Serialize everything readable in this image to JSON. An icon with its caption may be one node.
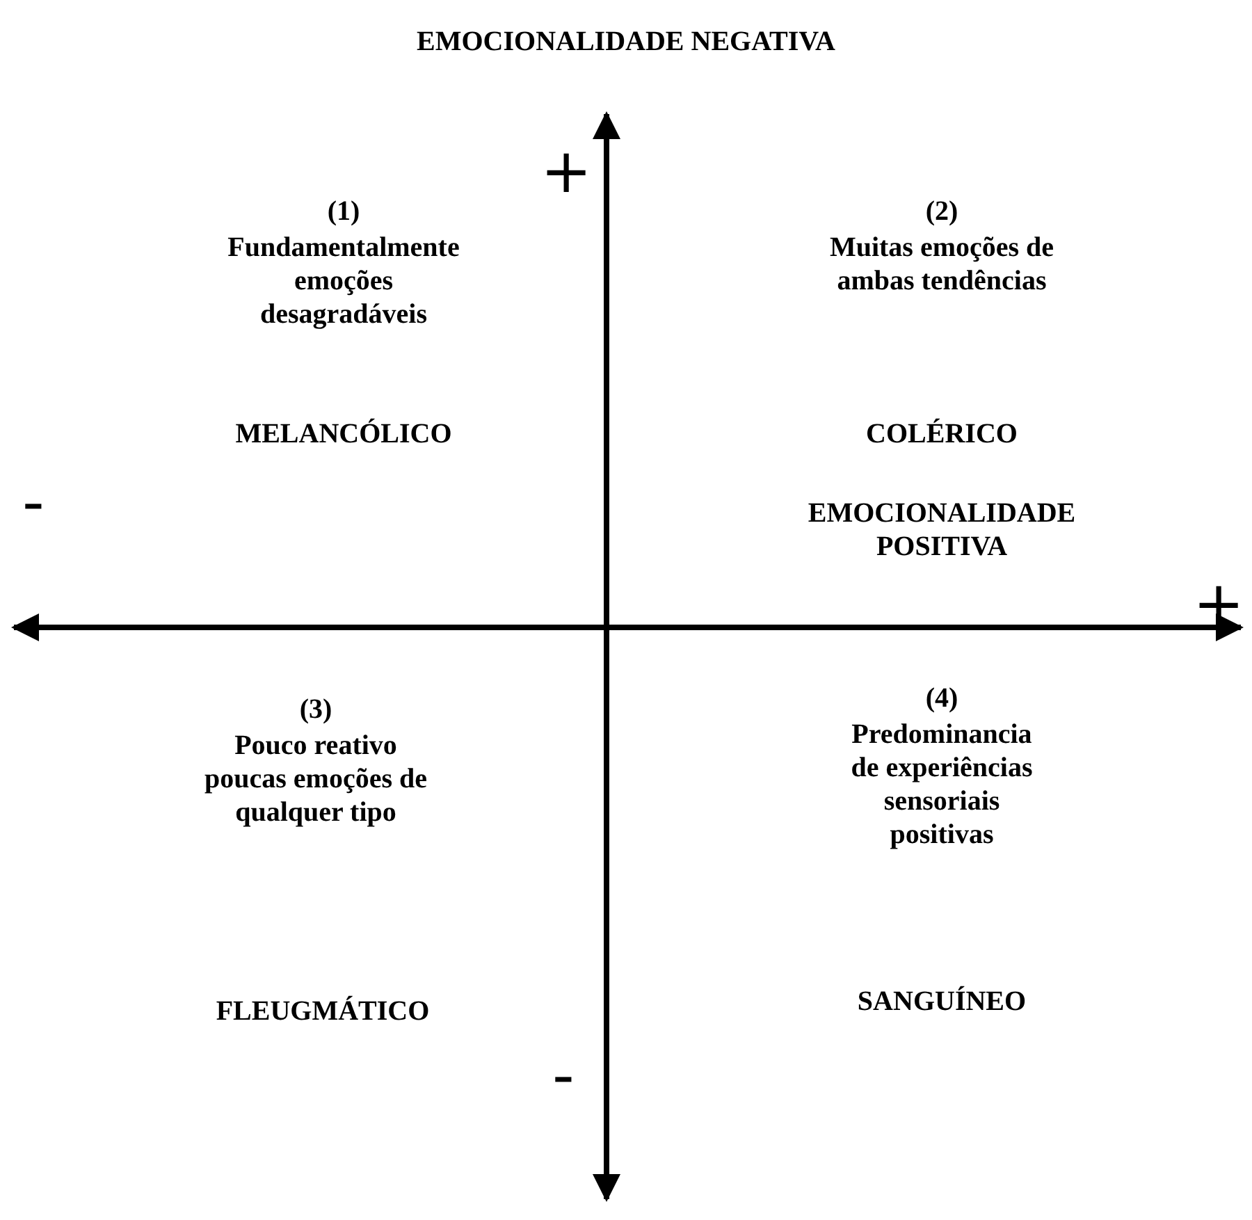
{
  "diagram": {
    "title": "EMOCIONALIDADE NEGATIVA",
    "labels": [
      "+",
      "(1)",
      "Fundamentalmente emoções desagradáveis",
      "(2)",
      "Muitas emoções de ambas tendências",
      "MELANCÓLICO",
      "COLÉRICO",
      "EMOCIONALIDADE POSITIVA",
      "-",
      "+",
      "(3)",
      "Pouco reativo poucas emoções de qualquer tipo",
      "(4)",
      "Predominancia de experiências sensoriais positivas",
      "FLEUGMÁTICO",
      "SANGUÍNEO",
      "-"
    ]
  }
}
